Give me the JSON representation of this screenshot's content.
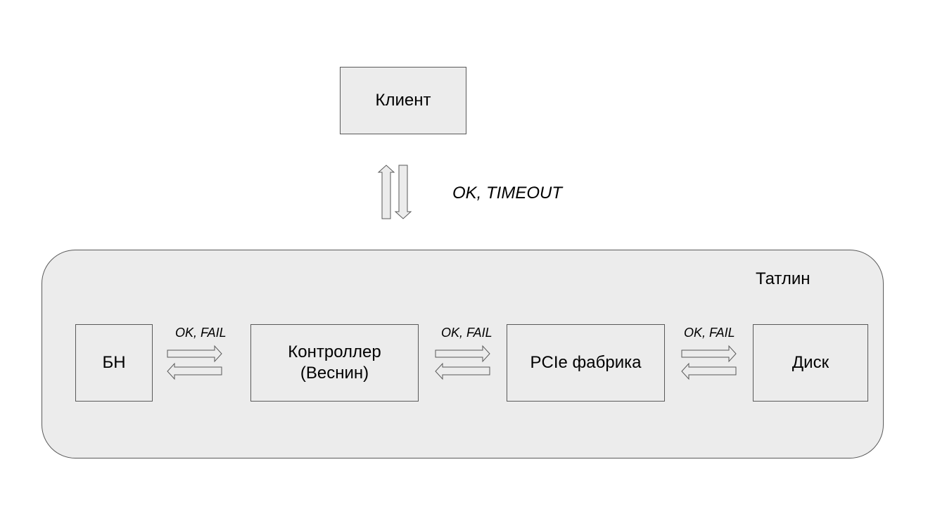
{
  "client": {
    "label": "Клиент"
  },
  "client_link": {
    "label": "OK, TIMEOUT"
  },
  "system": {
    "label": "Татлин",
    "components": {
      "bn": "БН",
      "controller_line1": "Контроллер",
      "controller_line2": "(Веснин)",
      "pcie": "PCIe фабрика",
      "disk": "Диск"
    },
    "links": {
      "bn_controller": "OK, FAIL",
      "controller_pcie": "OK, FAIL",
      "pcie_disk": "OK, FAIL"
    }
  },
  "colors": {
    "fill": "#ececec",
    "stroke": "#595959"
  }
}
